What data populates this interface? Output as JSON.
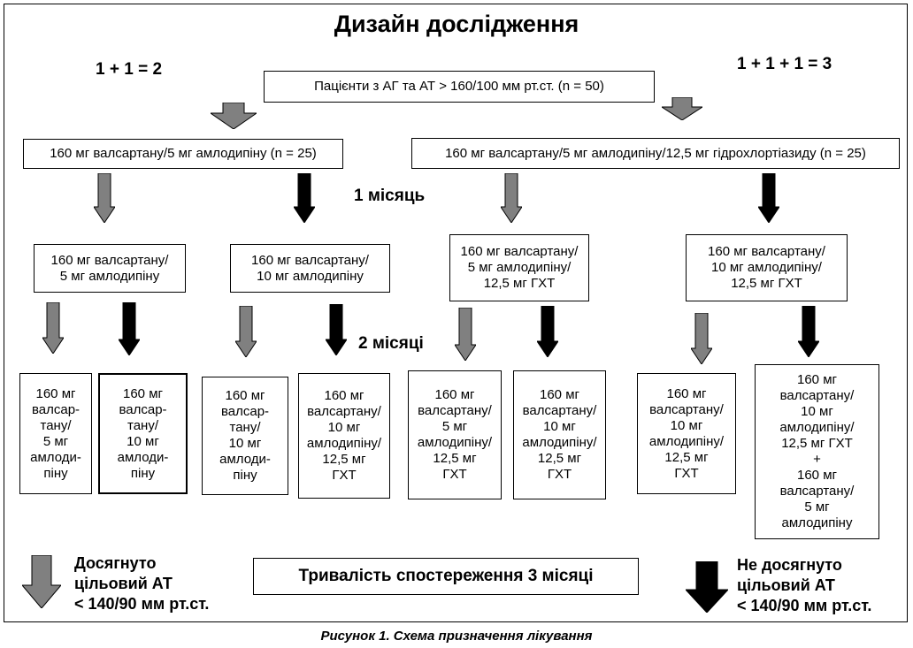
{
  "title": "Дизайн дослідження",
  "left_scheme": "1 + 1 = 2",
  "right_scheme": "1 + 1 + 1 = 3",
  "patients": "Пацієнти з АГ та АТ > 160/100 мм рт.ст. (n = 50)",
  "group_left": "160 мг валсартану/5 мг амлодипіну (n = 25)",
  "group_right": "160 мг валсартану/5 мг амлодипіну/12,5 мг гідрохлортіазиду (n = 25)",
  "month1": "1 місяць",
  "month2": "2 місяці",
  "level2": [
    "160 мг валсартану/\n5 мг амлодипіну",
    "160 мг валсартану/\n10 мг амлодипіну",
    "160 мг валсартану/\n5 мг амлодипіну/\n12,5 мг ГХТ",
    "160 мг валсартану/\n10 мг амлодипіну/\n12,5 мг ГХТ"
  ],
  "level3": [
    "160 мг\nвалсар-\nтану/\n5 мг\nамлоди-\nпіну",
    "160 мг\nвалсар-\nтану/\n10 мг\nамлоди-\nпіну",
    "160 мг\nвалсар-\nтану/\n10 мг\nамлоди-\nпіну",
    "160 мг\nвалсартану/\n10 мг\nамлодипіну/\n12,5 мг\nГХТ",
    "160 мг\nвалсартану/\n5 мг\nамлодипіну/\n12,5 мг\nГХТ",
    "160 мг\nвалсартану/\n10 мг\nамлодипіну/\n12,5 мг\nГХТ",
    "160 мг\nвалсартану/\n10 мг\nамлодипіну/\n12,5 мг\nГХТ",
    "160 мг\nвалсартану/\n10 мг\nамлодипіну/\n12,5 мг ГХТ\n+\n160 мг\nвалсартану/\n5 мг\nамлодипіну"
  ],
  "legend_reached": "Досягнуто\nцільовий АТ\n< 140/90 мм рт.ст.",
  "legend_not_reached": "Не досягнуто\nцільовий АТ\n< 140/90 мм рт.ст.",
  "followup": "Тривалість спостереження 3 місяці",
  "caption": "Рисунок 1. Схема призначення лікування",
  "colors": {
    "gray_arrow": "#808080",
    "black_arrow": "#000000",
    "border": "#000000"
  }
}
